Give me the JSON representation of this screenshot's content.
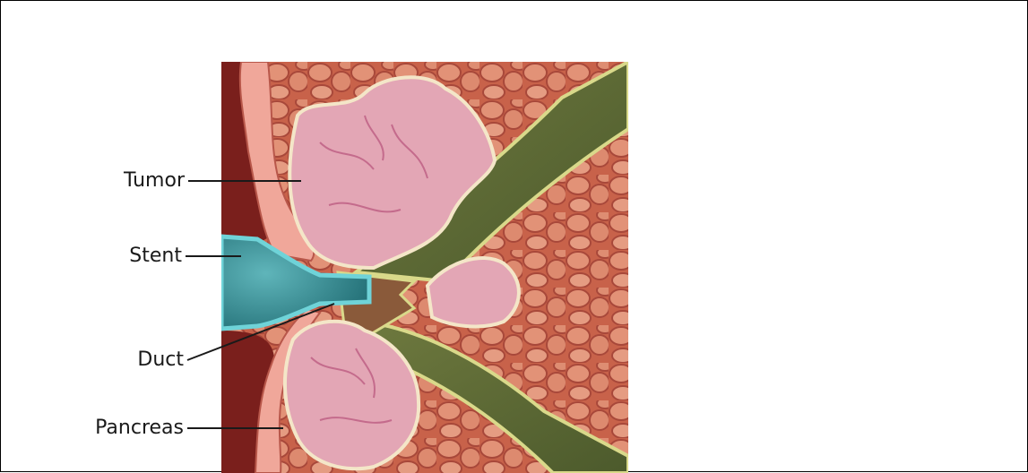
{
  "labels": {
    "tumor": "Tumor",
    "stent": "Stent",
    "duct": "Duct",
    "pancreas": "Pancreas"
  },
  "colors": {
    "tissue": "#c8624a",
    "tissue_light": "#e7a184",
    "tumor": "#e3a6b5",
    "tumor_vein": "#c46b8c",
    "duct_wall": "#5e6a36",
    "duct_rim": "#d9d98a",
    "duct_inner": "#8a5a3a",
    "stent": "#2f8c94",
    "stent_rim": "#6fd3d8",
    "outer_membrane": "#f0a79a",
    "outer_dark": "#7a1f1c",
    "line": "#1a1a1a"
  }
}
